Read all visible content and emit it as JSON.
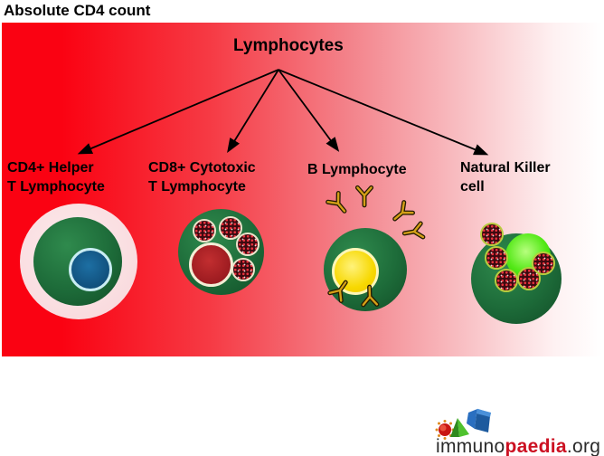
{
  "page": {
    "title": "Absolute CD4 count"
  },
  "diagram": {
    "root_label": "Lymphocytes",
    "branches": [
      {
        "label_line1": "CD4+ Helper",
        "label_line2": "T Lymphocyte"
      },
      {
        "label_line1": "CD8+ Cytotoxic",
        "label_line2": "T Lymphocyte"
      },
      {
        "label_line1": "B Lymphocyte",
        "label_line2": ""
      },
      {
        "label_line1": "Natural Killer",
        "label_line2": "cell"
      }
    ],
    "colors": {
      "background_gradient_left": "#fa0212",
      "background_gradient_right": "#ffffff",
      "cell_body_green": "#1d6b39",
      "cd4_halo_pink": "#f9dcdf",
      "cd4_nucleus_blue": "#11507d",
      "cd8_nucleus_red": "#9c1b20",
      "b_nucleus_yellow": "#f6d803",
      "nk_nucleus_green": "#3ade12",
      "granule_maroon": "#3c0a10",
      "antibody_gold": "#d4a017",
      "logo_accent_red": "#cc1122"
    }
  },
  "logo": {
    "immuno": "immuno",
    "paedia": "paedia",
    "org": ".org"
  }
}
